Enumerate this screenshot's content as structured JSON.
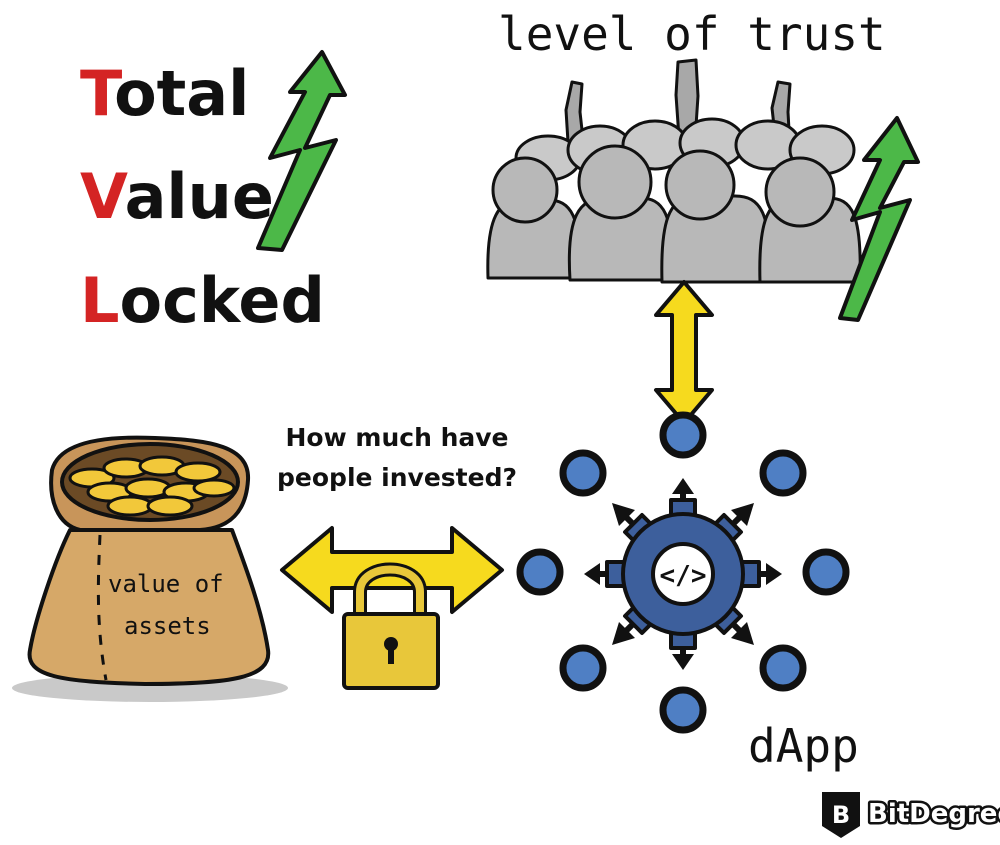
{
  "tvl": {
    "total": {
      "first": "T",
      "rest": "otal"
    },
    "value": {
      "first": "V",
      "rest": "alue"
    },
    "locked": {
      "first": "L",
      "rest": "ocked"
    }
  },
  "trust": {
    "heading": "level of trust"
  },
  "question": {
    "line1": "How much have",
    "line2": "people invested?"
  },
  "bag": {
    "line1": "value of",
    "line2": "assets"
  },
  "dapp": {
    "label": "dApp",
    "code_glyph": "</>"
  },
  "brand": {
    "name": "BitDegree",
    "mark": "B"
  },
  "colors": {
    "accent_red": "#d42424",
    "green_arrow": "#4cb848",
    "yellow_arrow": "#f6da1e",
    "node_blue": "#4f7fc4",
    "gear_blue": "#3d5f9c",
    "crowd_gray": "#b8b8b8",
    "bag_tan": "#d6a868",
    "lock_gold": "#e8c73a",
    "ink": "#111111"
  },
  "icons": [
    "green-up-arrow-icon",
    "double-arrow-icon",
    "padlock-icon",
    "gear-icon",
    "code-icon",
    "coin-bag-icon",
    "crowd-icon",
    "bitdegree-logo-icon"
  ]
}
